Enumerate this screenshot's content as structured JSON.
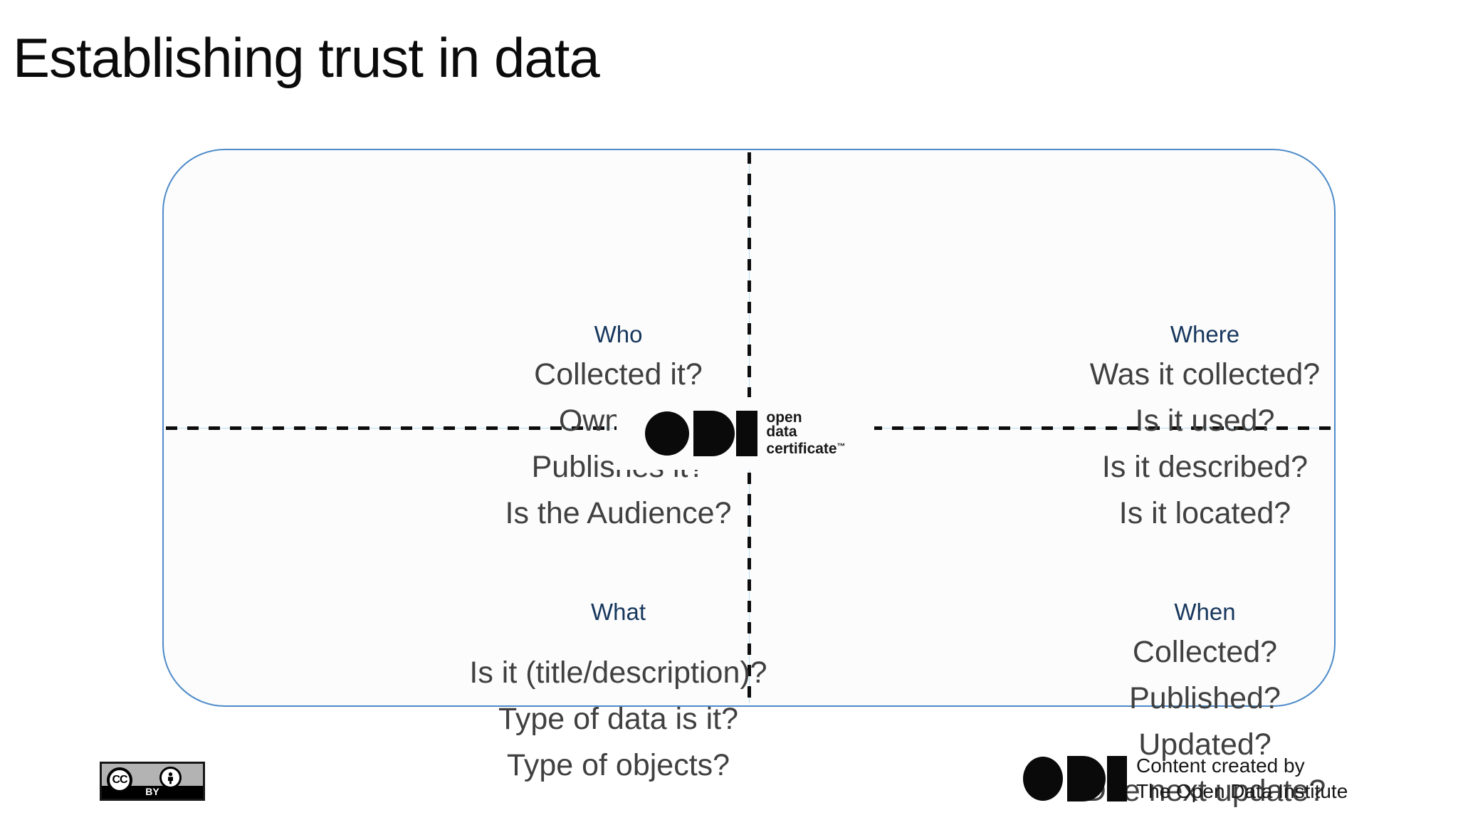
{
  "title": "Establishing trust in data",
  "quadrants": {
    "who": {
      "heading": "Who",
      "lines": [
        "Collected it?",
        "Owns it?",
        "Publishes it?",
        "Is the Audience?"
      ]
    },
    "where": {
      "heading": "Where",
      "lines": [
        "Was it collected?",
        "Is it used?",
        "Is it described?",
        "Is it located?"
      ]
    },
    "what": {
      "heading": "What",
      "lines": [
        "Is it (title/description)?",
        "Type of data is it?",
        "Type of objects?"
      ]
    },
    "when": {
      "heading": "When",
      "lines": [
        "Collected?",
        "Published?",
        "Updated?",
        "Due next update?"
      ]
    }
  },
  "center_logo": {
    "icon": "odi-logo-icon",
    "lines": [
      "open",
      "data",
      "certificate"
    ],
    "trademark": "™"
  },
  "footer": {
    "icon": "odi-logo-icon",
    "credit_line1": "Content created by",
    "credit_line2": "The Open Data Institute"
  },
  "license_badge": {
    "icon": "cc-attribution-badge",
    "cc_label": "CC",
    "by_label": "BY"
  },
  "colors": {
    "box_border_blue": "#4d8bc9",
    "divider_pale_blue": "#b8def2",
    "heading_navy": "#17375d",
    "body_text_gray": "#404040",
    "badge_gray": "#b3b3b3",
    "logo_black": "#0a0a0a"
  }
}
